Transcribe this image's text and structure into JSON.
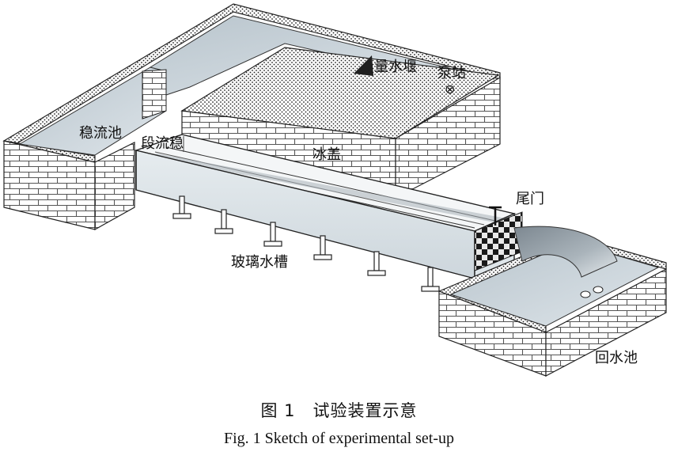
{
  "labels": {
    "weir": "量水堰",
    "pump": "泵站",
    "pump_symbol": "⊗",
    "stilling_basin": "稳流池",
    "stabilizer": "段流稳",
    "ice_cover": "冰盖",
    "tail_gate": "尾门",
    "glass_flume": "玻璃水槽",
    "return_pool": "回水池"
  },
  "caption": {
    "zh": "图 1　试验装置示意",
    "en": "Fig. 1  Sketch of experimental set-up"
  },
  "colors": {
    "brick_mortar": "#7a7a7a",
    "water": "#c9d3da",
    "glass": "#dfe7ec",
    "dark": "#222222",
    "ice": "#f4f6f7"
  }
}
